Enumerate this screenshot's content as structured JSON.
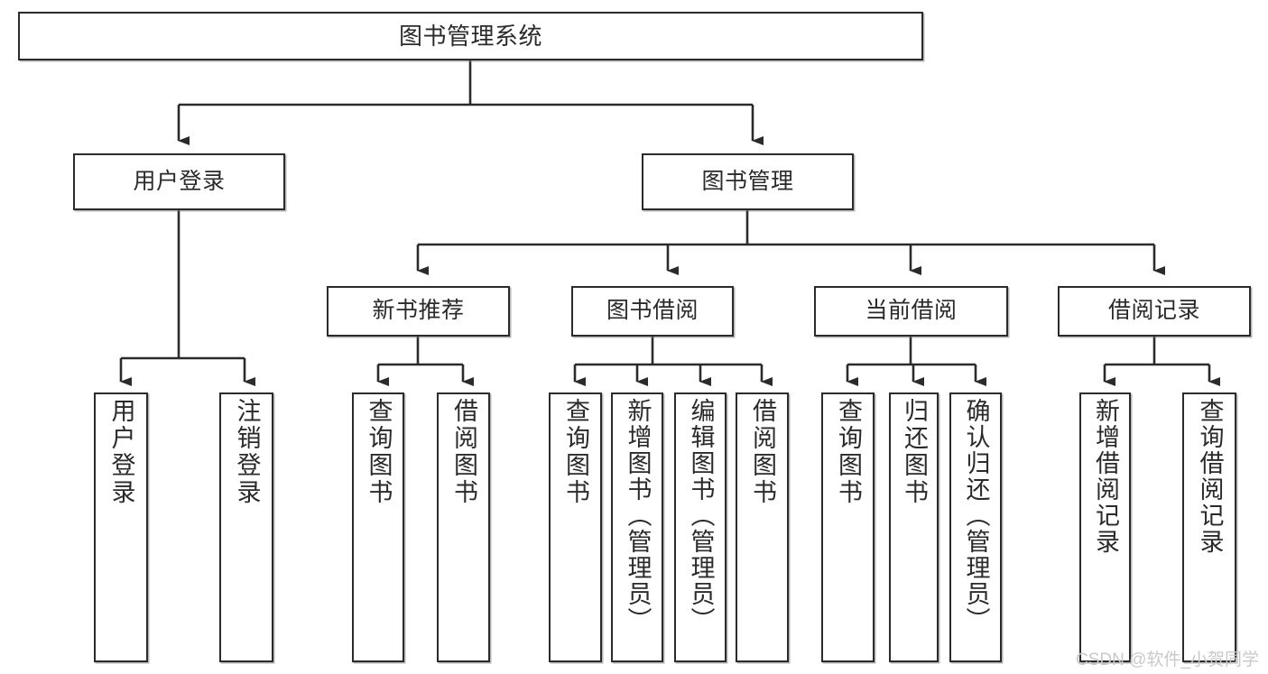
{
  "diagram": {
    "title": "图书管理系统",
    "watermark": "CSDN @软件_小贺同学",
    "colors": {
      "border": "#2b2b2b",
      "background": "#ffffff",
      "text": "#2a2a2a",
      "line": "#2b2b2b",
      "watermark": "#c9c9c9"
    },
    "root": {
      "label": "图书管理系统"
    },
    "level2": [
      {
        "label": "用户登录"
      },
      {
        "label": "图书管理"
      }
    ],
    "level3": [
      {
        "label": "新书推荐"
      },
      {
        "label": "图书借阅"
      },
      {
        "label": "当前借阅"
      },
      {
        "label": "借阅记录"
      }
    ],
    "leaves": [
      {
        "label": "用户登录",
        "parent": "用户登录"
      },
      {
        "label": "注销登录",
        "parent": "用户登录"
      },
      {
        "label": "查询图书",
        "parent": "新书推荐"
      },
      {
        "label": "借阅图书",
        "parent": "新书推荐"
      },
      {
        "label": "查询图书",
        "parent": "图书借阅"
      },
      {
        "label": "新增图书（管理员）",
        "parent": "图书借阅"
      },
      {
        "label": "编辑图书（管理员）",
        "parent": "图书借阅"
      },
      {
        "label": "借阅图书",
        "parent": "图书借阅"
      },
      {
        "label": "查询图书",
        "parent": "当前借阅"
      },
      {
        "label": "归还图书",
        "parent": "当前借阅"
      },
      {
        "label": "确认归还（管理员）",
        "parent": "当前借阅"
      },
      {
        "label": "新增借阅记录",
        "parent": "借阅记录"
      },
      {
        "label": "查询借阅记录",
        "parent": "借阅记录"
      }
    ]
  }
}
